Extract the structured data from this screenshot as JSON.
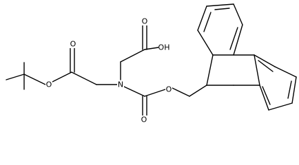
{
  "molecule": {
    "atom_labels": {
      "acid_oxygen": "O",
      "acid_hydroxyl": "OH",
      "ester_carbonyl_oxygen": "O",
      "ester_ether_oxygen": "O",
      "amine_nitrogen": "N",
      "carbamate_ether_oxygen": "O",
      "carbamate_carbonyl_oxygen": "O"
    }
  },
  "colors": {
    "bond": "#000000",
    "label": "#000000",
    "background": "#ffffff"
  }
}
